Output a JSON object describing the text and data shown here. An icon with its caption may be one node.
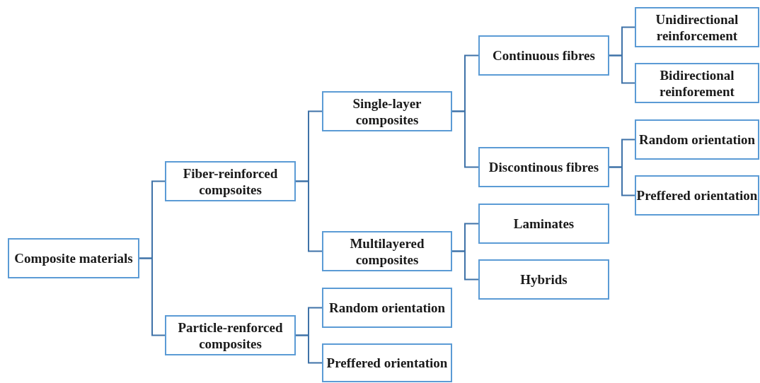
{
  "diagram": {
    "nodes": [
      {
        "text": [
          "Composite materials"
        ]
      },
      {
        "text": [
          "Fiber-reinforced compsoites"
        ]
      },
      {
        "text": [
          "Particle-renforced composites"
        ]
      },
      {
        "text": [
          "Single-layer composites"
        ]
      },
      {
        "text": [
          "Multilayered composites"
        ]
      },
      {
        "text": [
          "Random orientation"
        ]
      },
      {
        "text": [
          "Preffered orientation"
        ]
      },
      {
        "text": [
          "Continuous fibres"
        ]
      },
      {
        "text": [
          "Discontinous fibres"
        ]
      },
      {
        "text": [
          "Laminates"
        ]
      },
      {
        "text": [
          "Hybrids"
        ]
      },
      {
        "text": [
          "Unidirectional reinforcement"
        ]
      },
      {
        "text": [
          "Bidirectional reinforement"
        ]
      },
      {
        "text": [
          "Random orientation"
        ]
      },
      {
        "text": [
          "Preffered orientation"
        ]
      }
    ],
    "edges": [
      {
        "from": 0,
        "to": 1,
        "arrow": "none"
      },
      {
        "from": 0,
        "to": 2,
        "arrow": "none"
      },
      {
        "from": 1,
        "to": 3,
        "arrow": "none"
      },
      {
        "from": 1,
        "to": 4,
        "arrow": "none"
      },
      {
        "from": 2,
        "to": 5,
        "arrow": "none"
      },
      {
        "from": 2,
        "to": 6,
        "arrow": "none"
      },
      {
        "from": 3,
        "to": 7,
        "arrow": "none"
      },
      {
        "from": 3,
        "to": 8,
        "arrow": "none"
      },
      {
        "from": 4,
        "to": 9,
        "arrow": "none"
      },
      {
        "from": 4,
        "to": 10,
        "arrow": "none"
      },
      {
        "from": 7,
        "to": 11,
        "arrow": "none"
      },
      {
        "from": 7,
        "to": 12,
        "arrow": "none"
      },
      {
        "from": 8,
        "to": 13,
        "arrow": "none"
      },
      {
        "from": 8,
        "to": 14,
        "arrow": "none"
      }
    ]
  }
}
